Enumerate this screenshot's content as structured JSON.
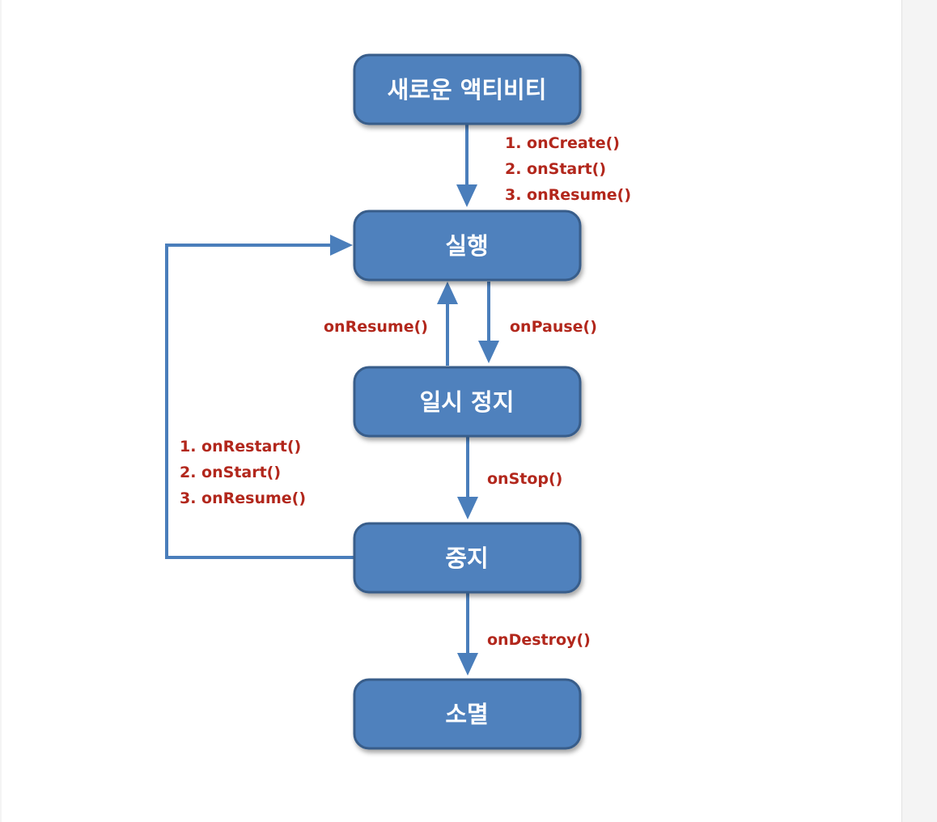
{
  "states": {
    "new_activity": "새로운 액티비티",
    "running": "실행",
    "paused": "일시 정지",
    "stopped": "중지",
    "destroyed": "소멸"
  },
  "transitions": {
    "create": [
      "1. onCreate()",
      "2. onStart()",
      "3. onResume()"
    ],
    "resume": "onResume()",
    "pause": "onPause()",
    "stop": "onStop()",
    "restart": [
      "1. onRestart()",
      "2. onStart()",
      "3. onResume()"
    ],
    "destroy": "onDestroy()"
  },
  "colors": {
    "state_fill": "#4f81bd",
    "state_border": "#385d8a",
    "arrow": "#4a7ebb",
    "callback_text": "#b2271c",
    "state_text": "#ffffff"
  }
}
